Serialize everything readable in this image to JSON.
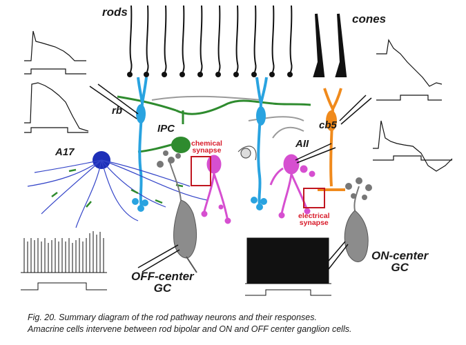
{
  "labels": {
    "rods": "rods",
    "cones": "cones",
    "rb": "rb",
    "ipc": "IPC",
    "a17": "A17",
    "aii": "AII",
    "cb5": "cb5",
    "chemical_synapse": [
      "chemical",
      "synapse"
    ],
    "electrical_synapse": [
      "electrical",
      "synapse"
    ],
    "off_center_gc": [
      "OFF-center",
      "GC"
    ],
    "on_center_gc": [
      "ON-center",
      "GC"
    ]
  },
  "caption": {
    "line1": "Fig. 20. Summary diagram of the rod pathway neurons and their responses.",
    "line2": "Amacrine cells intervene between rod bipolar and ON and OFF center ganglion cells."
  },
  "colors": {
    "rod_bipolar": "#29a3e0",
    "ipc": "#2e8b2e",
    "a17": "#1d2fb8",
    "aii": "#d64fd0",
    "cb5": "#f08a1c",
    "ganglion": "#8c8c8c",
    "synapse_box": "#c0151f",
    "synapse_text": "#d81b2a"
  }
}
